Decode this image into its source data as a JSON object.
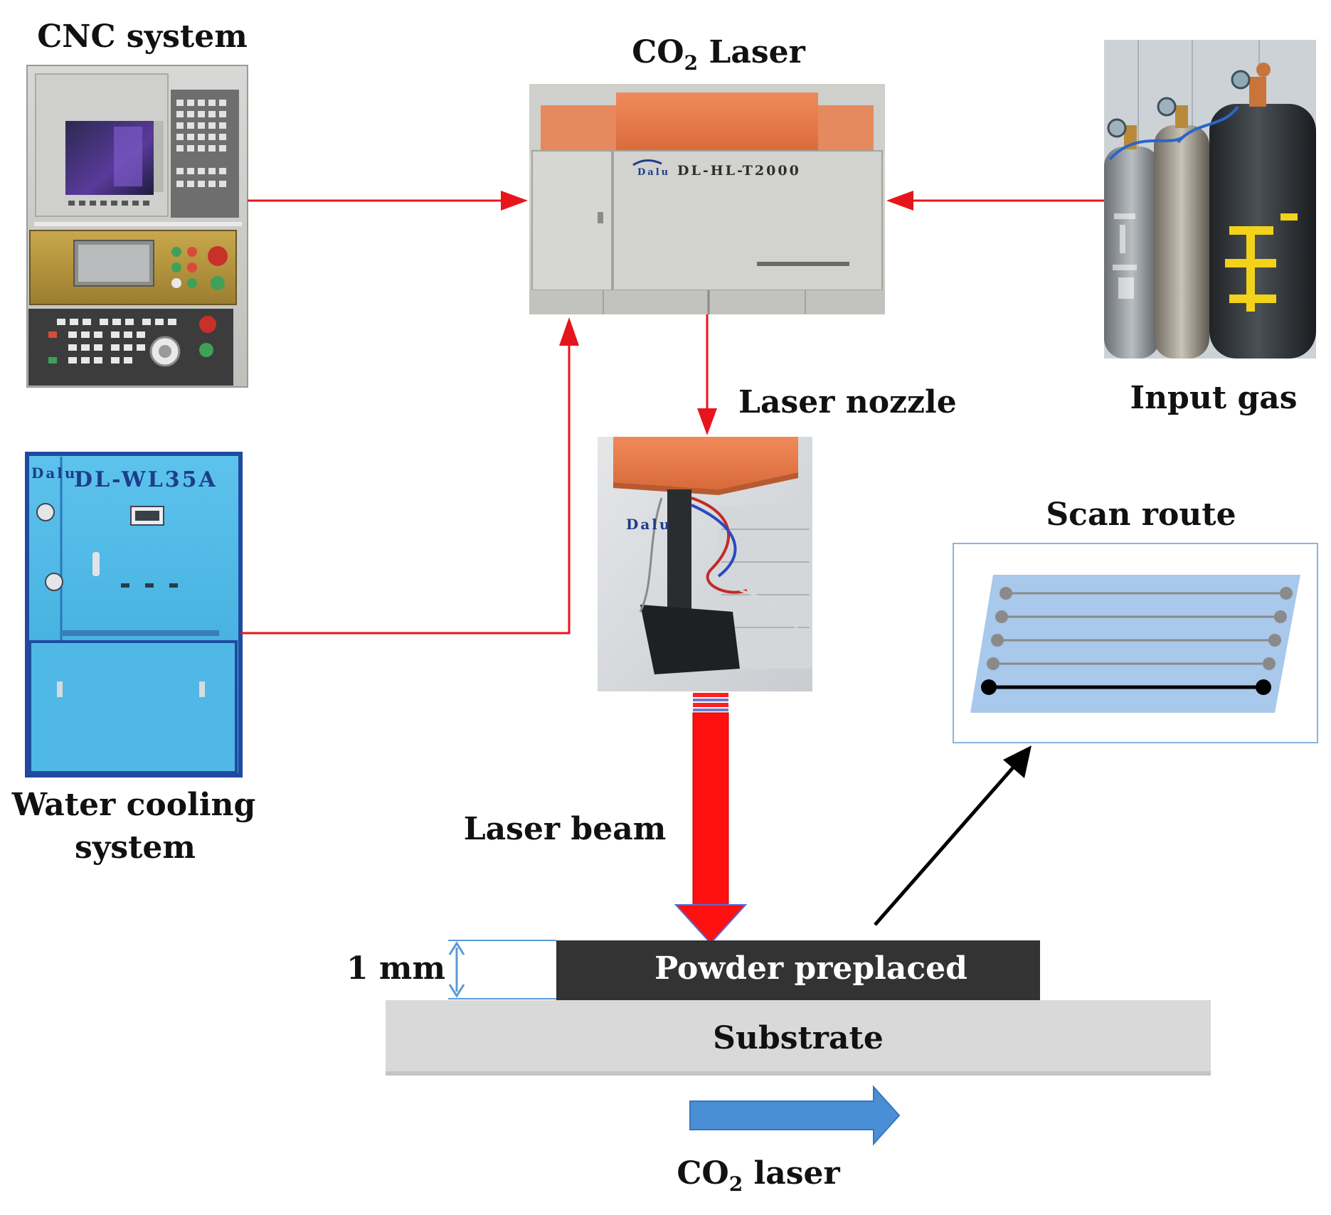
{
  "labels": {
    "cnc": "CNC system",
    "co2_prefix": "CO",
    "co2_sub": "2",
    "laser_suffix": " Laser",
    "input_gas": "Input gas",
    "laser_nozzle": "Laser nozzle",
    "water_line1": "Water cooling",
    "water_line2": "system",
    "scan_route": "Scan route",
    "laser_beam": "Laser beam",
    "thickness": "1 mm",
    "powder": "Powder preplaced",
    "substrate": "Substrate",
    "direction_suffix": " laser"
  },
  "photo_text": {
    "laser_model": "DL-HL-T2000",
    "chiller_model": "DL-WL35A",
    "brand": "Dalu"
  },
  "colors": {
    "flow_arrow": "#e8141c",
    "beam": "#ff1010",
    "powder": "#333333",
    "substrate": "#d9d9d9",
    "direction_arrow": "#4a8fd6",
    "scan_plane": "#a8c8ec",
    "thickness_marker": "#5a9ad6"
  },
  "scan_route": {
    "passes_total": 5,
    "passes_active": 1
  }
}
